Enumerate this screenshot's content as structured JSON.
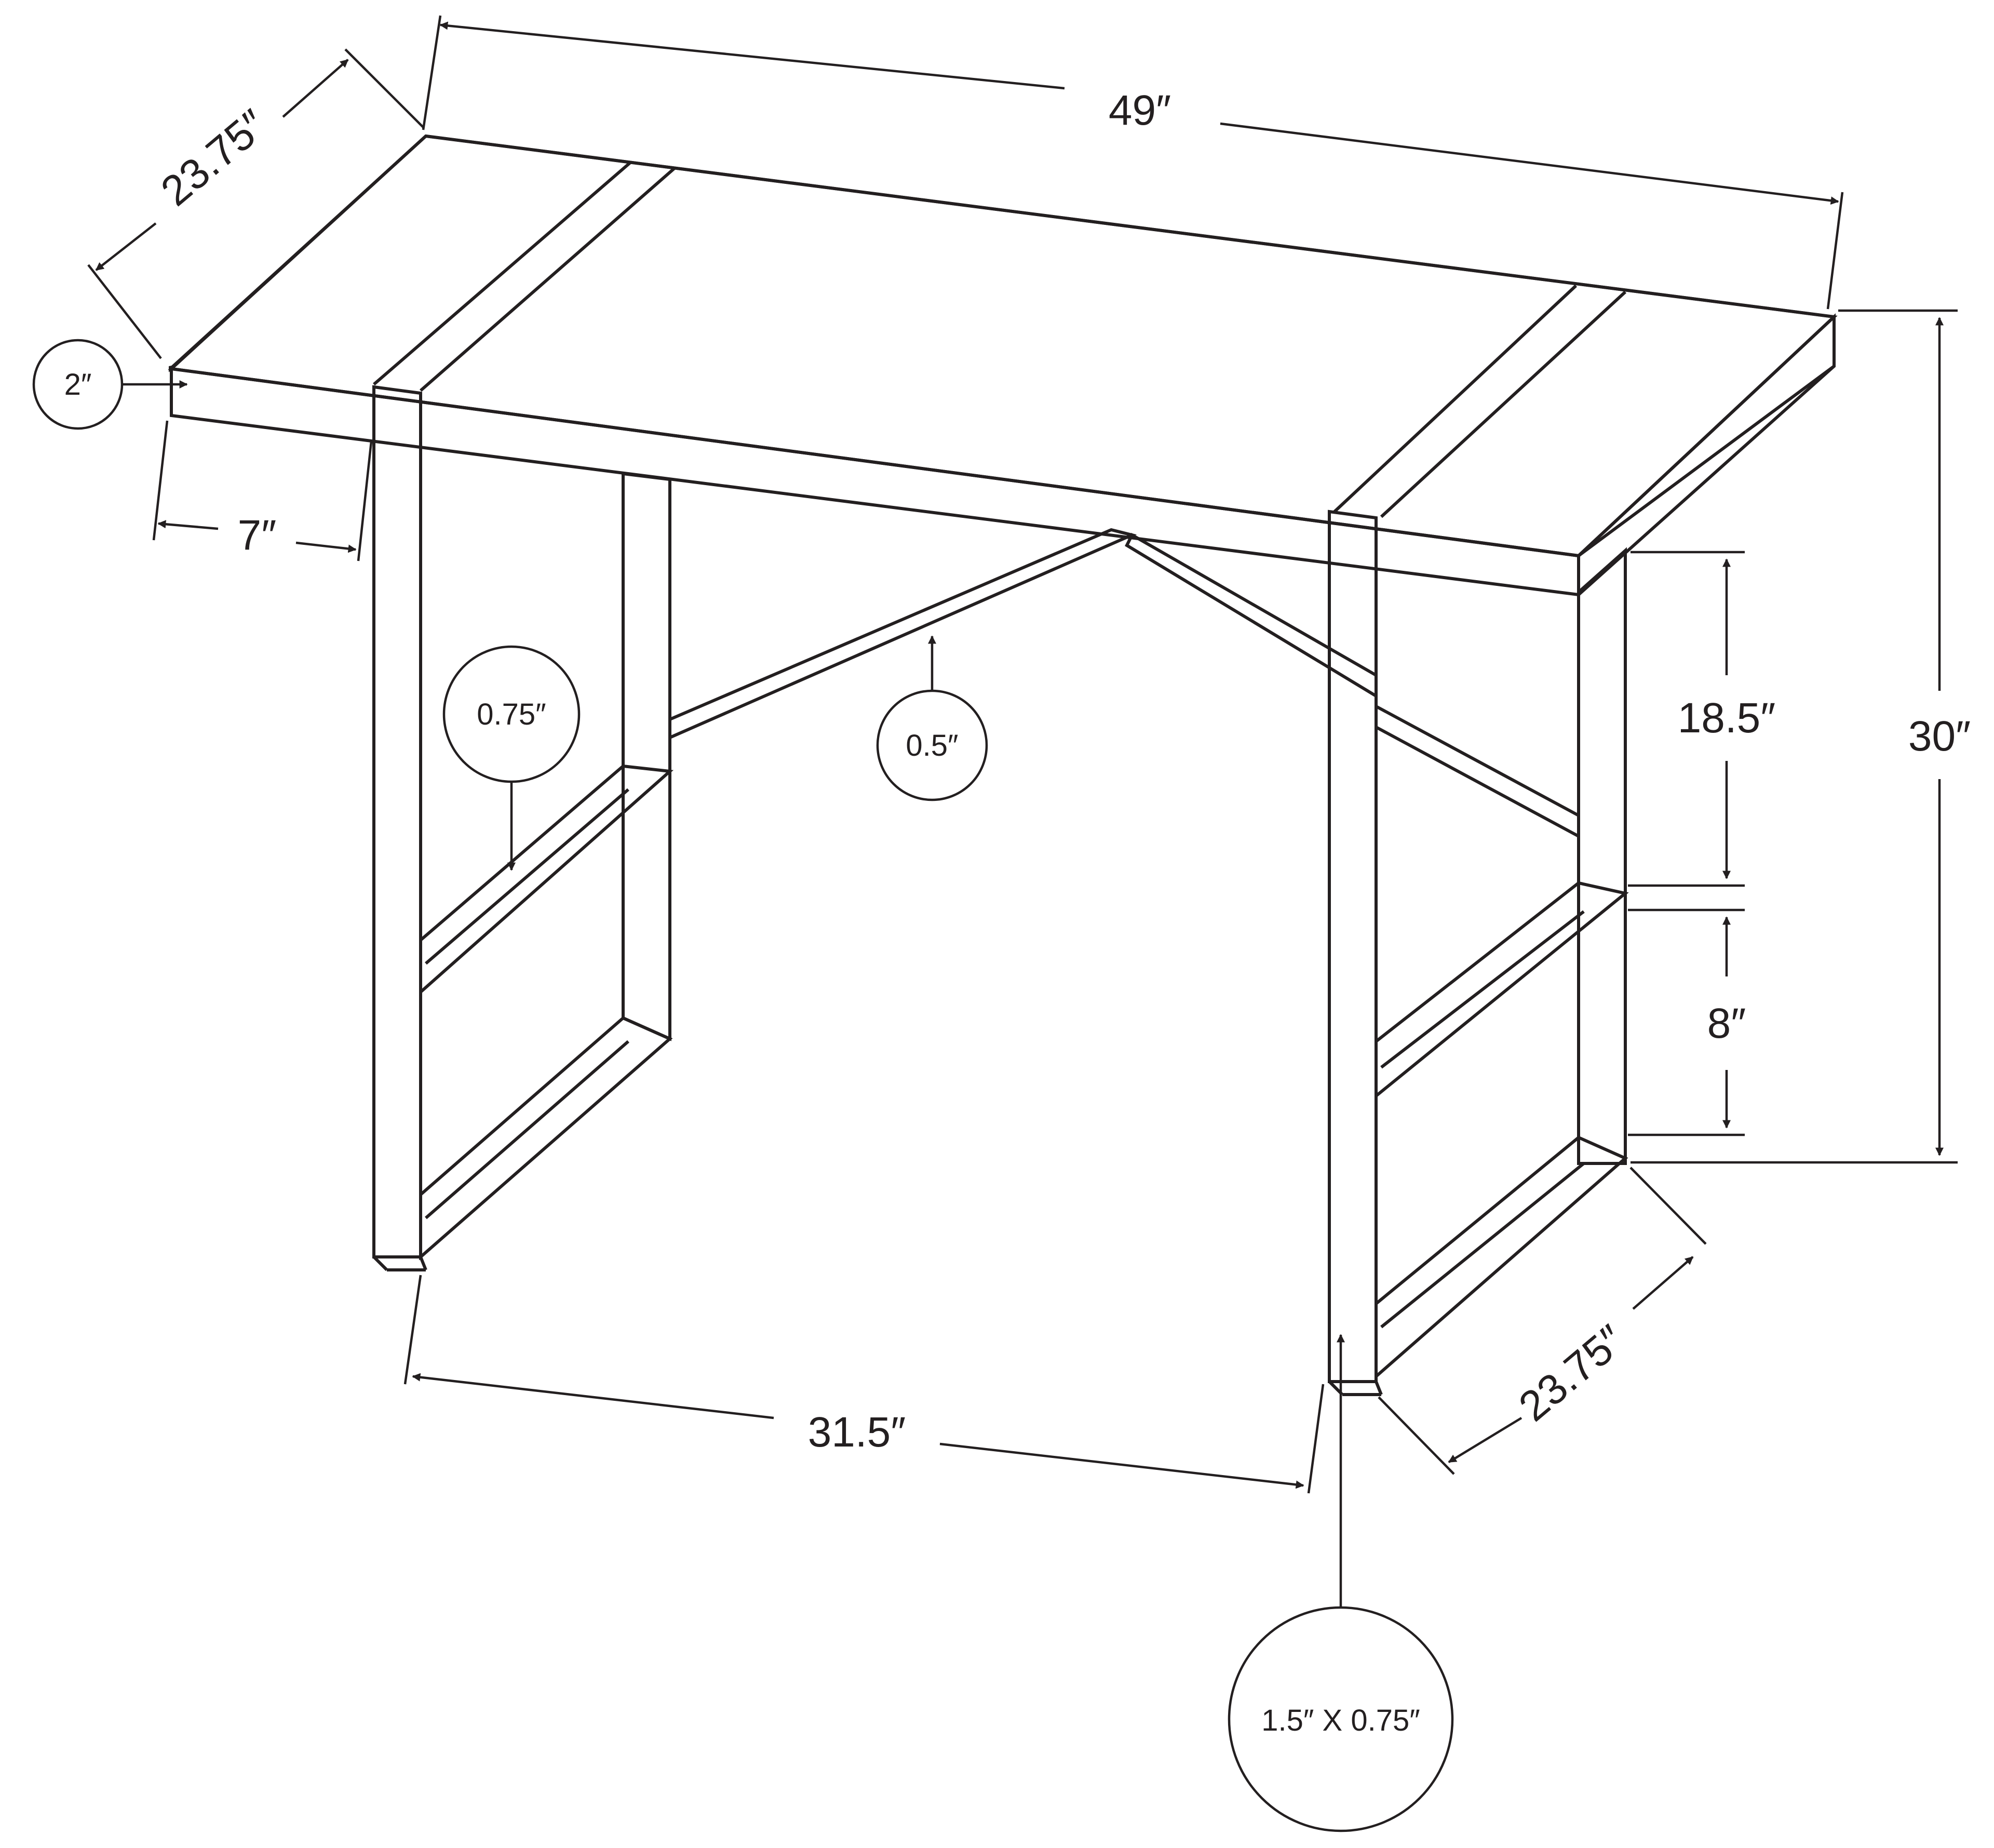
{
  "dimensions": {
    "overall_width": "49″",
    "depth_top": "23.75″",
    "depth_bottom": "23.75″",
    "total_height": "30″",
    "upper_leg_section": "18.5″",
    "shelf_gap": "8″",
    "leg_inner_span": "31.5″",
    "top_overhang": "7″"
  },
  "callouts": {
    "top_thickness": "2″",
    "shelf_thickness": "0.75″",
    "brace_thickness": "0.5″",
    "leg_profile": "1.5″ X 0.75″"
  },
  "colors": {
    "line": "#231f20",
    "background": "#ffffff"
  }
}
